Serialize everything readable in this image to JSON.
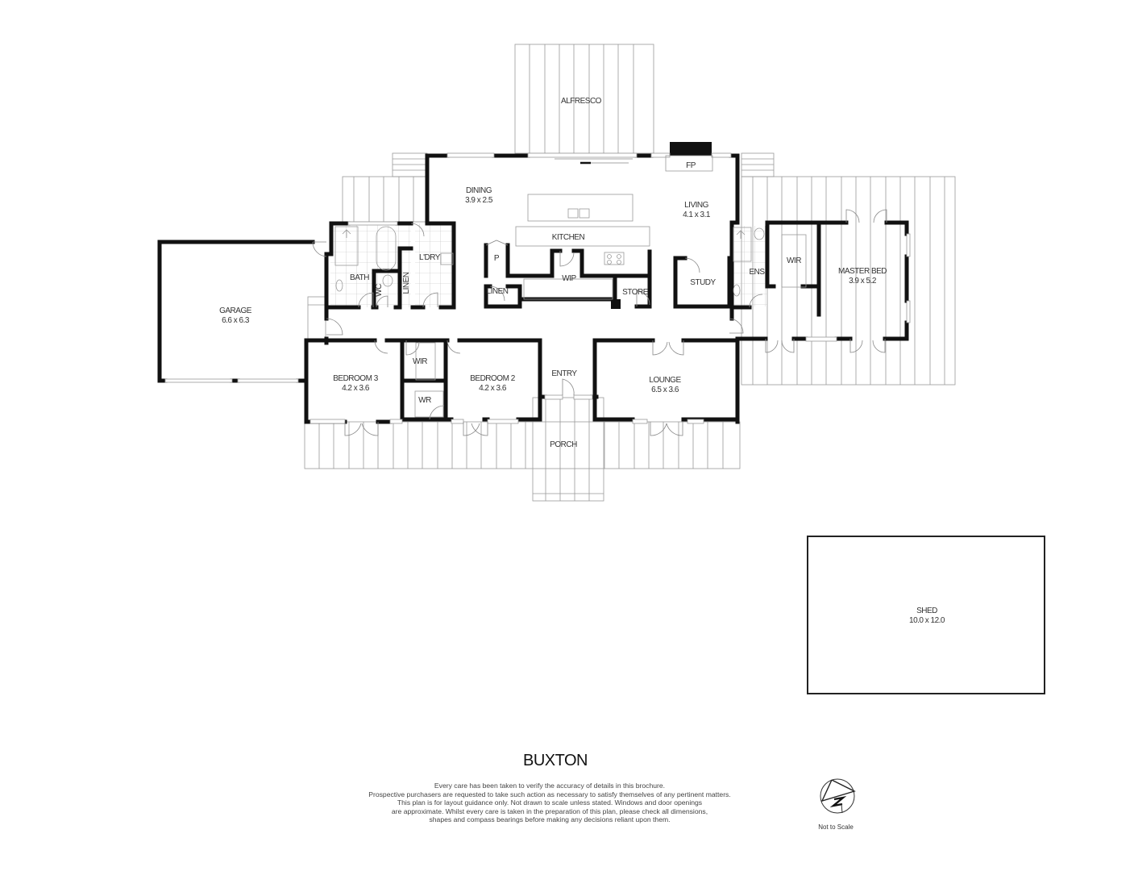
{
  "plan": {
    "title": "BUXTON",
    "rooms": [
      {
        "id": "alfresco",
        "name": "ALFRESCO",
        "dims": ""
      },
      {
        "id": "dining",
        "name": "DINING",
        "dims": "3.9 x 2.5"
      },
      {
        "id": "living",
        "name": "LIVING",
        "dims": "4.1 x 3.1"
      },
      {
        "id": "fireplace",
        "name": "FP",
        "dims": ""
      },
      {
        "id": "kitchen",
        "name": "KITCHEN",
        "dims": ""
      },
      {
        "id": "pantry",
        "name": "P",
        "dims": ""
      },
      {
        "id": "linen-kitchen",
        "name": "LINEN",
        "dims": ""
      },
      {
        "id": "wip",
        "name": "WIP",
        "dims": ""
      },
      {
        "id": "store",
        "name": "STORE",
        "dims": ""
      },
      {
        "id": "study",
        "name": "STUDY",
        "dims": ""
      },
      {
        "id": "ensuite",
        "name": "ENS",
        "dims": ""
      },
      {
        "id": "wir-master",
        "name": "WIR",
        "dims": ""
      },
      {
        "id": "master-bed",
        "name": "MASTER BED",
        "dims": "3.9 x 5.2"
      },
      {
        "id": "bath",
        "name": "BATH",
        "dims": ""
      },
      {
        "id": "wc",
        "name": "WC",
        "dims": ""
      },
      {
        "id": "linen-laundry",
        "name": "LINEN",
        "dims": ""
      },
      {
        "id": "laundry",
        "name": "L'DRY",
        "dims": ""
      },
      {
        "id": "garage",
        "name": "GARAGE",
        "dims": "6.6 x 6.3"
      },
      {
        "id": "bedroom-3",
        "name": "BEDROOM 3",
        "dims": "4.2 x 3.6"
      },
      {
        "id": "wir-bed3",
        "name": "WIR",
        "dims": ""
      },
      {
        "id": "wr-bed2",
        "name": "WR",
        "dims": ""
      },
      {
        "id": "bedroom-2",
        "name": "BEDROOM 2",
        "dims": "4.2 x 3.6"
      },
      {
        "id": "entry",
        "name": "ENTRY",
        "dims": ""
      },
      {
        "id": "lounge",
        "name": "LOUNGE",
        "dims": "6.5 x 3.6"
      },
      {
        "id": "porch",
        "name": "PORCH",
        "dims": ""
      },
      {
        "id": "shed",
        "name": "SHED",
        "dims": "10.0 x 12.0"
      }
    ],
    "disclaimer": [
      "Every care has been taken to verify the accuracy of details in this brochure.",
      "Prospective purchasers are requested to take such action as necessary to satisfy themselves of any pertinent matters.",
      "This plan is for layout guidance only. Not drawn to scale unless stated. Windows and door openings",
      "are approximate. Whilst every care is taken in the preparation of this plan, please check all dimensions,",
      "shapes and compass bearings before making any decisions reliant upon them."
    ],
    "compass_icon": "north-compass-icon",
    "scale_note": "Not to Scale",
    "colors": {
      "wall": "#111111",
      "line": "#999999",
      "text": "#333333",
      "background": "#ffffff"
    }
  }
}
